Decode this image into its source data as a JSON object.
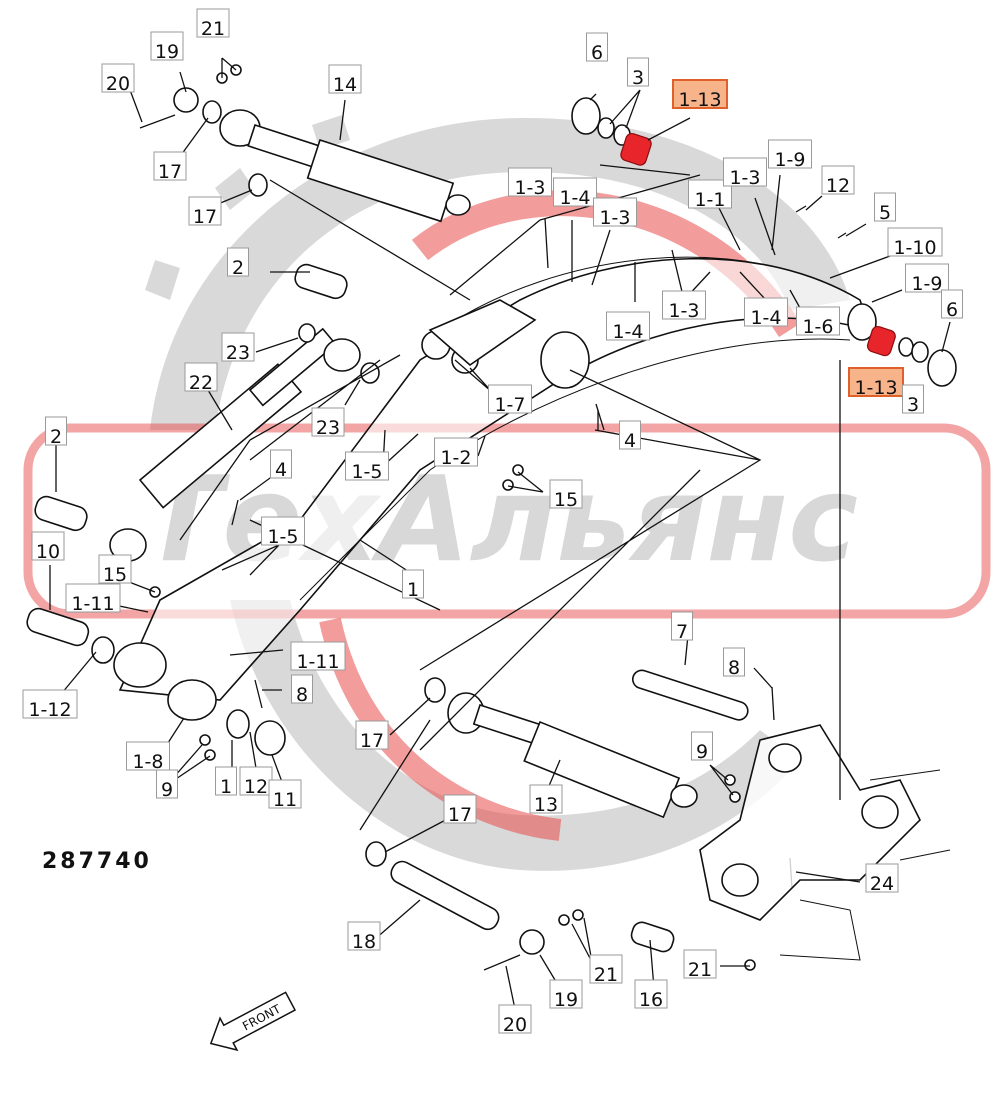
{
  "diagram": {
    "drawing_number": "287740",
    "front_label": "FRONT",
    "watermark_text": "ТехАльянс",
    "highlight_color": "#e8252b",
    "highlight_box_color": "#f7b38a",
    "callouts": [
      {
        "id": "c-21-top",
        "text": "21"
      },
      {
        "id": "c-19-top",
        "text": "19"
      },
      {
        "id": "c-20-top",
        "text": "20"
      },
      {
        "id": "c-17-a",
        "text": "17"
      },
      {
        "id": "c-17-b",
        "text": "17"
      },
      {
        "id": "c-14",
        "text": "14"
      },
      {
        "id": "c-6-top",
        "text": "6"
      },
      {
        "id": "c-3-top",
        "text": "3"
      },
      {
        "id": "c-1-13-top",
        "text": "1-13"
      },
      {
        "id": "c-1-9-top",
        "text": "1-9"
      },
      {
        "id": "c-1-3-a",
        "text": "1-3"
      },
      {
        "id": "c-1-4-a",
        "text": "1-4"
      },
      {
        "id": "c-1-3-b",
        "text": "1-3"
      },
      {
        "id": "c-1-1",
        "text": "1-1"
      },
      {
        "id": "c-1-3-c",
        "text": "1-3"
      },
      {
        "id": "c-12-top",
        "text": "12"
      },
      {
        "id": "c-5",
        "text": "5"
      },
      {
        "id": "c-1-10",
        "text": "1-10"
      },
      {
        "id": "c-1-9-b",
        "text": "1-9"
      },
      {
        "id": "c-6-right",
        "text": "6"
      },
      {
        "id": "c-2-top",
        "text": "2"
      },
      {
        "id": "c-1-4-b",
        "text": "1-4"
      },
      {
        "id": "c-1-3-d",
        "text": "1-3"
      },
      {
        "id": "c-1-4-c",
        "text": "1-4"
      },
      {
        "id": "c-1-6",
        "text": "1-6"
      },
      {
        "id": "c-23-a",
        "text": "23"
      },
      {
        "id": "c-1-13-right",
        "text": "1-13"
      },
      {
        "id": "c-3-right",
        "text": "3"
      },
      {
        "id": "c-22",
        "text": "22"
      },
      {
        "id": "c-1-7",
        "text": "1-7"
      },
      {
        "id": "c-23-b",
        "text": "23"
      },
      {
        "id": "c-4-a",
        "text": "4"
      },
      {
        "id": "c-2-left",
        "text": "2"
      },
      {
        "id": "c-1-2",
        "text": "1-2"
      },
      {
        "id": "c-1-5-a",
        "text": "1-5"
      },
      {
        "id": "c-4-b",
        "text": "4"
      },
      {
        "id": "c-15-a",
        "text": "15"
      },
      {
        "id": "c-1-5-b",
        "text": "1-5"
      },
      {
        "id": "c-10",
        "text": "10"
      },
      {
        "id": "c-15-b",
        "text": "15"
      },
      {
        "id": "c-1",
        "text": "1"
      },
      {
        "id": "c-1-11-a",
        "text": "1-11"
      },
      {
        "id": "c-1-11-b",
        "text": "1-11"
      },
      {
        "id": "c-7",
        "text": "7"
      },
      {
        "id": "c-1-12",
        "text": "1-12"
      },
      {
        "id": "c-8-a",
        "text": "8"
      },
      {
        "id": "c-8-b",
        "text": "8"
      },
      {
        "id": "c-17-c",
        "text": "17"
      },
      {
        "id": "c-1-8",
        "text": "1-8"
      },
      {
        "id": "c-9-a",
        "text": "9"
      },
      {
        "id": "c-9-b",
        "text": "9"
      },
      {
        "id": "c-1-bottom",
        "text": "1"
      },
      {
        "id": "c-12-bottom",
        "text": "12"
      },
      {
        "id": "c-11",
        "text": "11"
      },
      {
        "id": "c-13",
        "text": "13"
      },
      {
        "id": "c-17-d",
        "text": "17"
      },
      {
        "id": "c-24",
        "text": "24"
      },
      {
        "id": "c-18",
        "text": "18"
      },
      {
        "id": "c-21-b",
        "text": "21"
      },
      {
        "id": "c-21-c",
        "text": "21"
      },
      {
        "id": "c-19-bottom",
        "text": "19"
      },
      {
        "id": "c-16",
        "text": "16"
      },
      {
        "id": "c-20-bottom",
        "text": "20"
      }
    ]
  }
}
